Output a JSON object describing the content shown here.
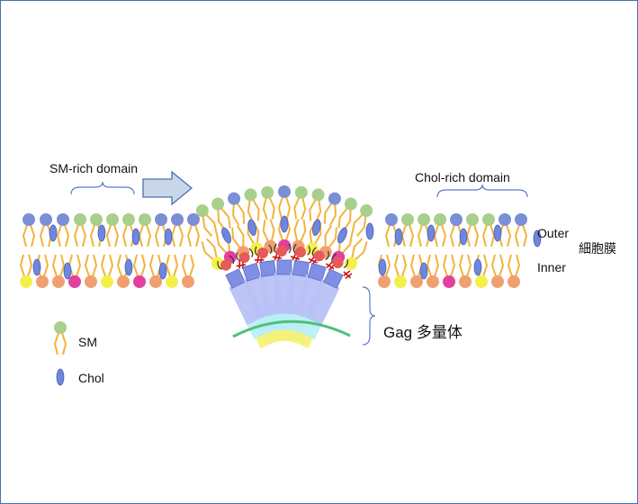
{
  "labels": {
    "sm_domain": "SM-rich domain",
    "chol_domain": "Chol-rich domain",
    "outer": "Outer",
    "inner": "Inner",
    "membrane": "細胞膜",
    "gag": "Gag 多量体"
  },
  "legend": {
    "sm": "SM",
    "chol": "Chol"
  },
  "colors": {
    "sm_head": "#a9cf8d",
    "head_blue": "#7b8fd6",
    "chol": "#6f86e0",
    "tail": "#f2b43a",
    "inner_yellow": "#f4f04a",
    "inner_orange": "#f0a070",
    "inner_magenta": "#e2409f",
    "gag_blue_dark": "#7f8fe6",
    "gag_blue_light": "#b9c1f5",
    "gag_cyan": "#b8eef5",
    "gag_yellow": "#f4f27a",
    "rna_green": "#4fbf7a",
    "myristoyl_red": "#e65a5a",
    "bracket": "#5a79c9",
    "arrow_fill": "#c9d6ea",
    "arrow_stroke": "#4a6fb5"
  }
}
